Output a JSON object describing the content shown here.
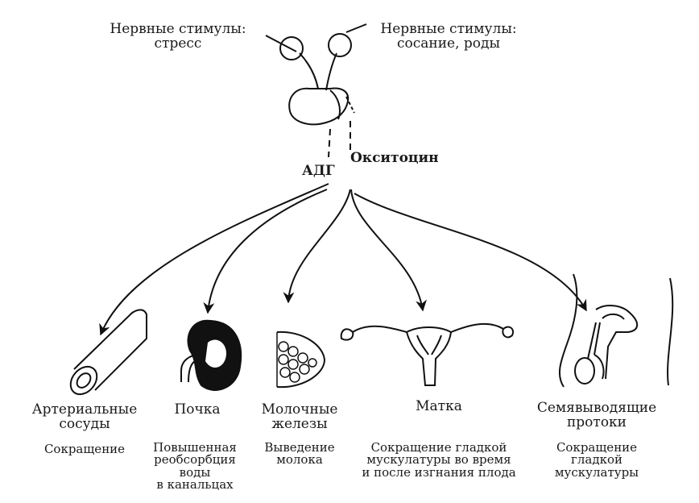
{
  "stimuli": {
    "left": {
      "line1": "Нервные стимулы:",
      "line2": "стресс"
    },
    "right": {
      "line1": "Нервные стимулы:",
      "line2": "сосание, роды"
    }
  },
  "hormones": {
    "adh": "АДГ",
    "oxytocin": "Окситоцин"
  },
  "targets": [
    {
      "name": [
        "Артериальные",
        "сосуды"
      ],
      "effect": [
        "Сокращение"
      ],
      "icon": "artery-icon"
    },
    {
      "name": [
        "Почка"
      ],
      "effect": [
        "Повышенная",
        "реобсорбция",
        "воды",
        "в канальцах"
      ],
      "icon": "kidney-icon"
    },
    {
      "name": [
        "Молочные",
        "железы"
      ],
      "effect": [
        "Выведение",
        "молока"
      ],
      "icon": "mammary-gland-icon"
    },
    {
      "name": [
        "Матка"
      ],
      "effect": [
        "Сокращение гладкой",
        "мускулатуры во время",
        "и после изгнания плода"
      ],
      "icon": "uterus-icon"
    },
    {
      "name": [
        "Семявыводящие",
        "протоки"
      ],
      "effect": [
        "Сокращение",
        "гладкой",
        "мускулатуры"
      ],
      "icon": "male-reproductive-icon"
    }
  ]
}
